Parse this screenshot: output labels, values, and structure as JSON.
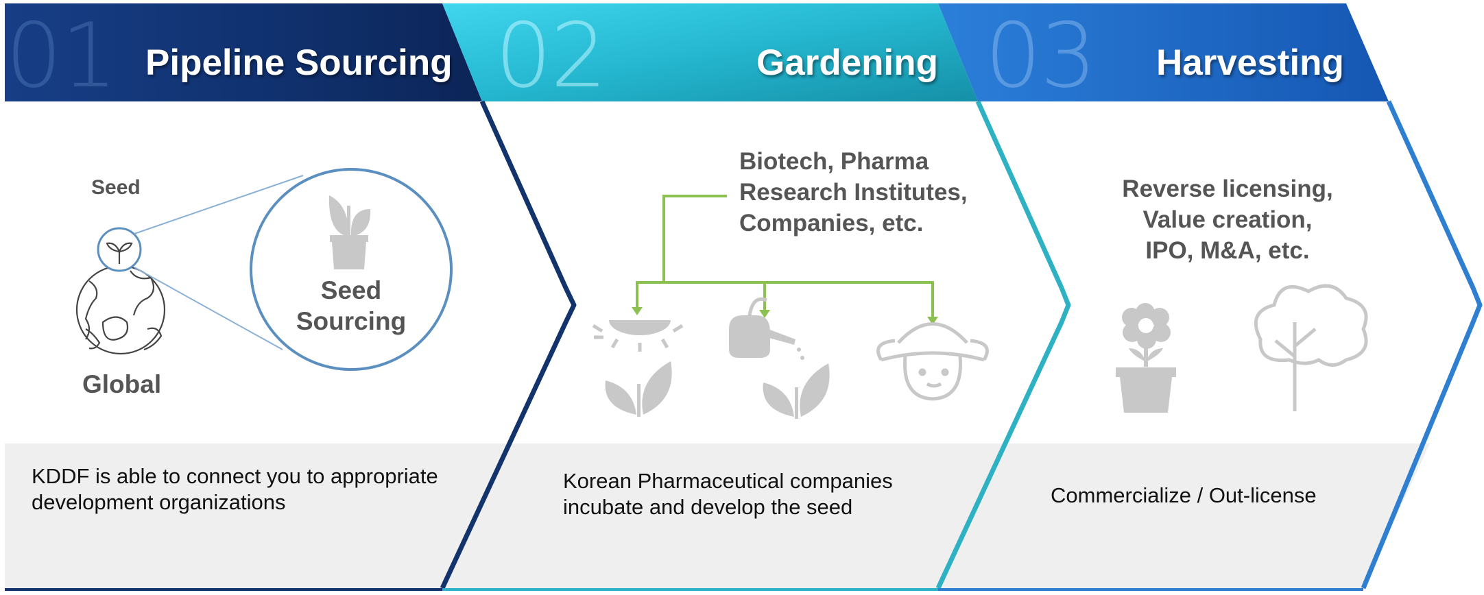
{
  "stages": [
    {
      "number": "01",
      "title": "Pipeline Sourcing",
      "description_lines": [
        "KDDF is able to connect you to appropriate",
        "development organizations"
      ]
    },
    {
      "number": "02",
      "title": "Gardening",
      "description_lines": [
        "Korean Pharmaceutical companies",
        "incubate and develop the seed"
      ]
    },
    {
      "number": "03",
      "title": "Harvesting",
      "description_lines": [
        "Commercialize / Out-license"
      ]
    }
  ],
  "sourcing": {
    "seed_label": "Seed",
    "global_label": "Global",
    "magnified_label_lines": [
      "Seed",
      "Sourcing"
    ]
  },
  "gardening": {
    "partners_lines": [
      "Biotech, Pharma",
      "Research Institutes,",
      "Companies, etc."
    ]
  },
  "harvesting": {
    "outcomes_lines": [
      "Reverse licensing,",
      "Value creation,",
      "IPO, M&A, etc."
    ]
  },
  "colors": {
    "stage1_header": "#0f2b66",
    "stage2_header": "#1fb2c9",
    "stage3_header": "#1f6bc4",
    "stage1_border": "#13336d",
    "stage2_border": "#2fb1c4",
    "stage3_border": "#2f7fd0",
    "connector_green": "#8cc152",
    "icon_gray": "#c8c8c8",
    "panel_gray": "#efefef"
  }
}
